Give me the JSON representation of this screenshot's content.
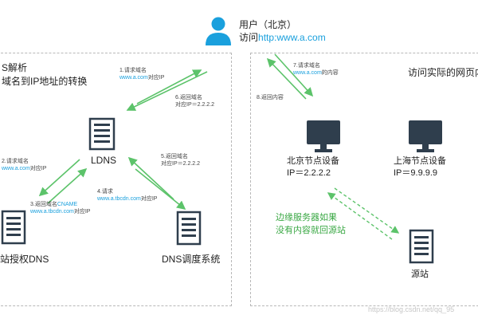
{
  "user": {
    "name": "用户（北京）",
    "visit_prefix": "访问",
    "visit_url": "http:www.a.com",
    "icon": "user-icon"
  },
  "left_panel": {
    "title_line1": "S解析",
    "title_line2": "域名到IP地址的转换"
  },
  "right_panel": {
    "title": "访问实际的网页内"
  },
  "nodes": {
    "ldns": "LDNS",
    "auth_dns": "站授权DNS",
    "dns_scheduler": "DNS调度系统",
    "beijing_name": "北京节点设备",
    "beijing_ip": "IP＝2.2.2.2",
    "shanghai_name": "上海节点设备",
    "shanghai_ip": "IP＝9.9.9.9",
    "origin": "源站"
  },
  "steps": {
    "s1_title": "1.请求域名",
    "s1_link": "www.a.com",
    "s1_suffix": "对应IP",
    "s2_title": "2.请求域名",
    "s2_link": "www.a.com",
    "s2_suffix": "对应IP",
    "s3_prefix": "3.返回域名",
    "s3_cname": "CNAME",
    "s3_link": "www.a.tbcdn.com",
    "s3_suffix": "对应IP",
    "s4_title": "4.请求",
    "s4_link": "www.a.tbcdn.com",
    "s4_suffix": "对应IP",
    "s5_line1": "5.返回域名",
    "s5_line2": "对应IP＝2.2.2.2",
    "s6_line1": "6.返回域名",
    "s6_line2": "对应IP＝2.2.2.2",
    "s7_title": "7.请求域名",
    "s7_link": "www.a.com",
    "s7_suffix": "的内容",
    "s8": "8.返回内容"
  },
  "edge_note_line1": "边缘服务器如果",
  "edge_note_line2": "没有内容就回源站",
  "watermark": "https://blog.csdn.net/qq_95",
  "colors": {
    "accent_blue": "#1aa0dd",
    "arrow_green": "#5cc36a",
    "dark_slate": "#2f3e4d",
    "panel_border": "#b8b8b8"
  }
}
